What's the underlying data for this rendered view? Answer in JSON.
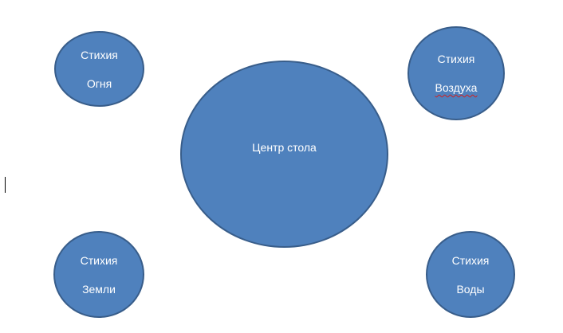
{
  "shapes": {
    "fire": {
      "line1": "Стихия",
      "line2": "Огня"
    },
    "air": {
      "line1": "Стихия",
      "line2": "Воздуха"
    },
    "center": {
      "label": "Центр стола"
    },
    "earth": {
      "line1": "Стихия",
      "line2": "Земли"
    },
    "water": {
      "line1": "Стихия",
      "line2": "Воды"
    }
  },
  "colors": {
    "fill": "#4f81bd",
    "border": "#385d8a"
  }
}
